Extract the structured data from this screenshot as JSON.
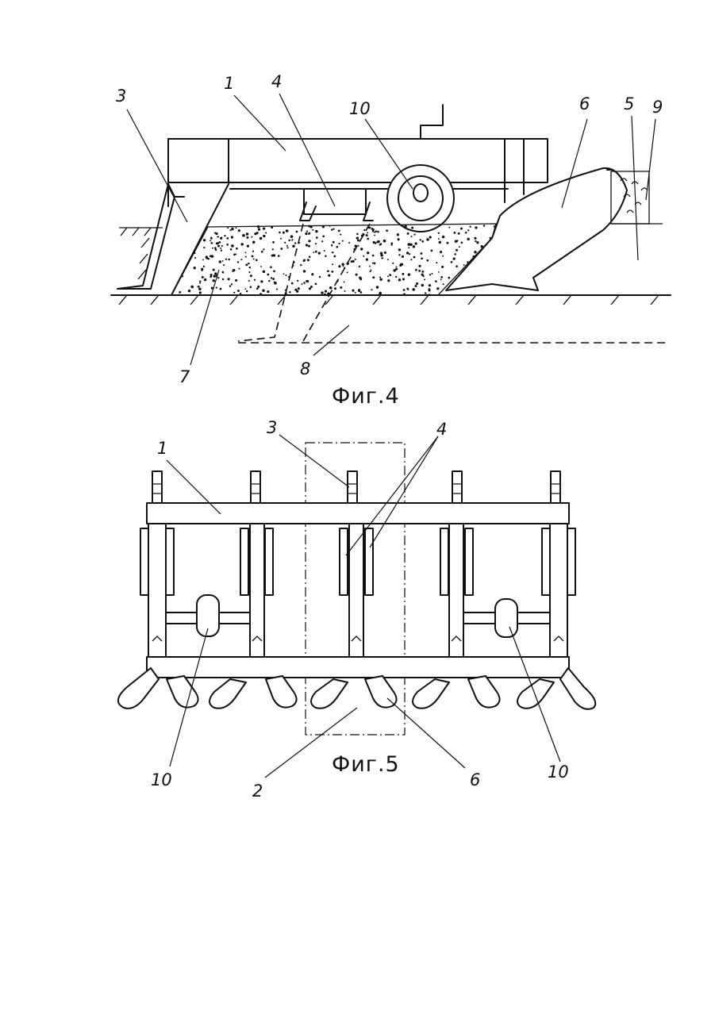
{
  "figures": [
    {
      "id": "fig4",
      "caption": "Фиг.4",
      "labels": [
        "1",
        "3",
        "4",
        "5",
        "6",
        "7",
        "8",
        "9",
        "10"
      ]
    },
    {
      "id": "fig5",
      "caption": "Фиг.5",
      "labels": [
        "1",
        "2",
        "3",
        "4",
        "6",
        "10",
        "10"
      ]
    }
  ]
}
